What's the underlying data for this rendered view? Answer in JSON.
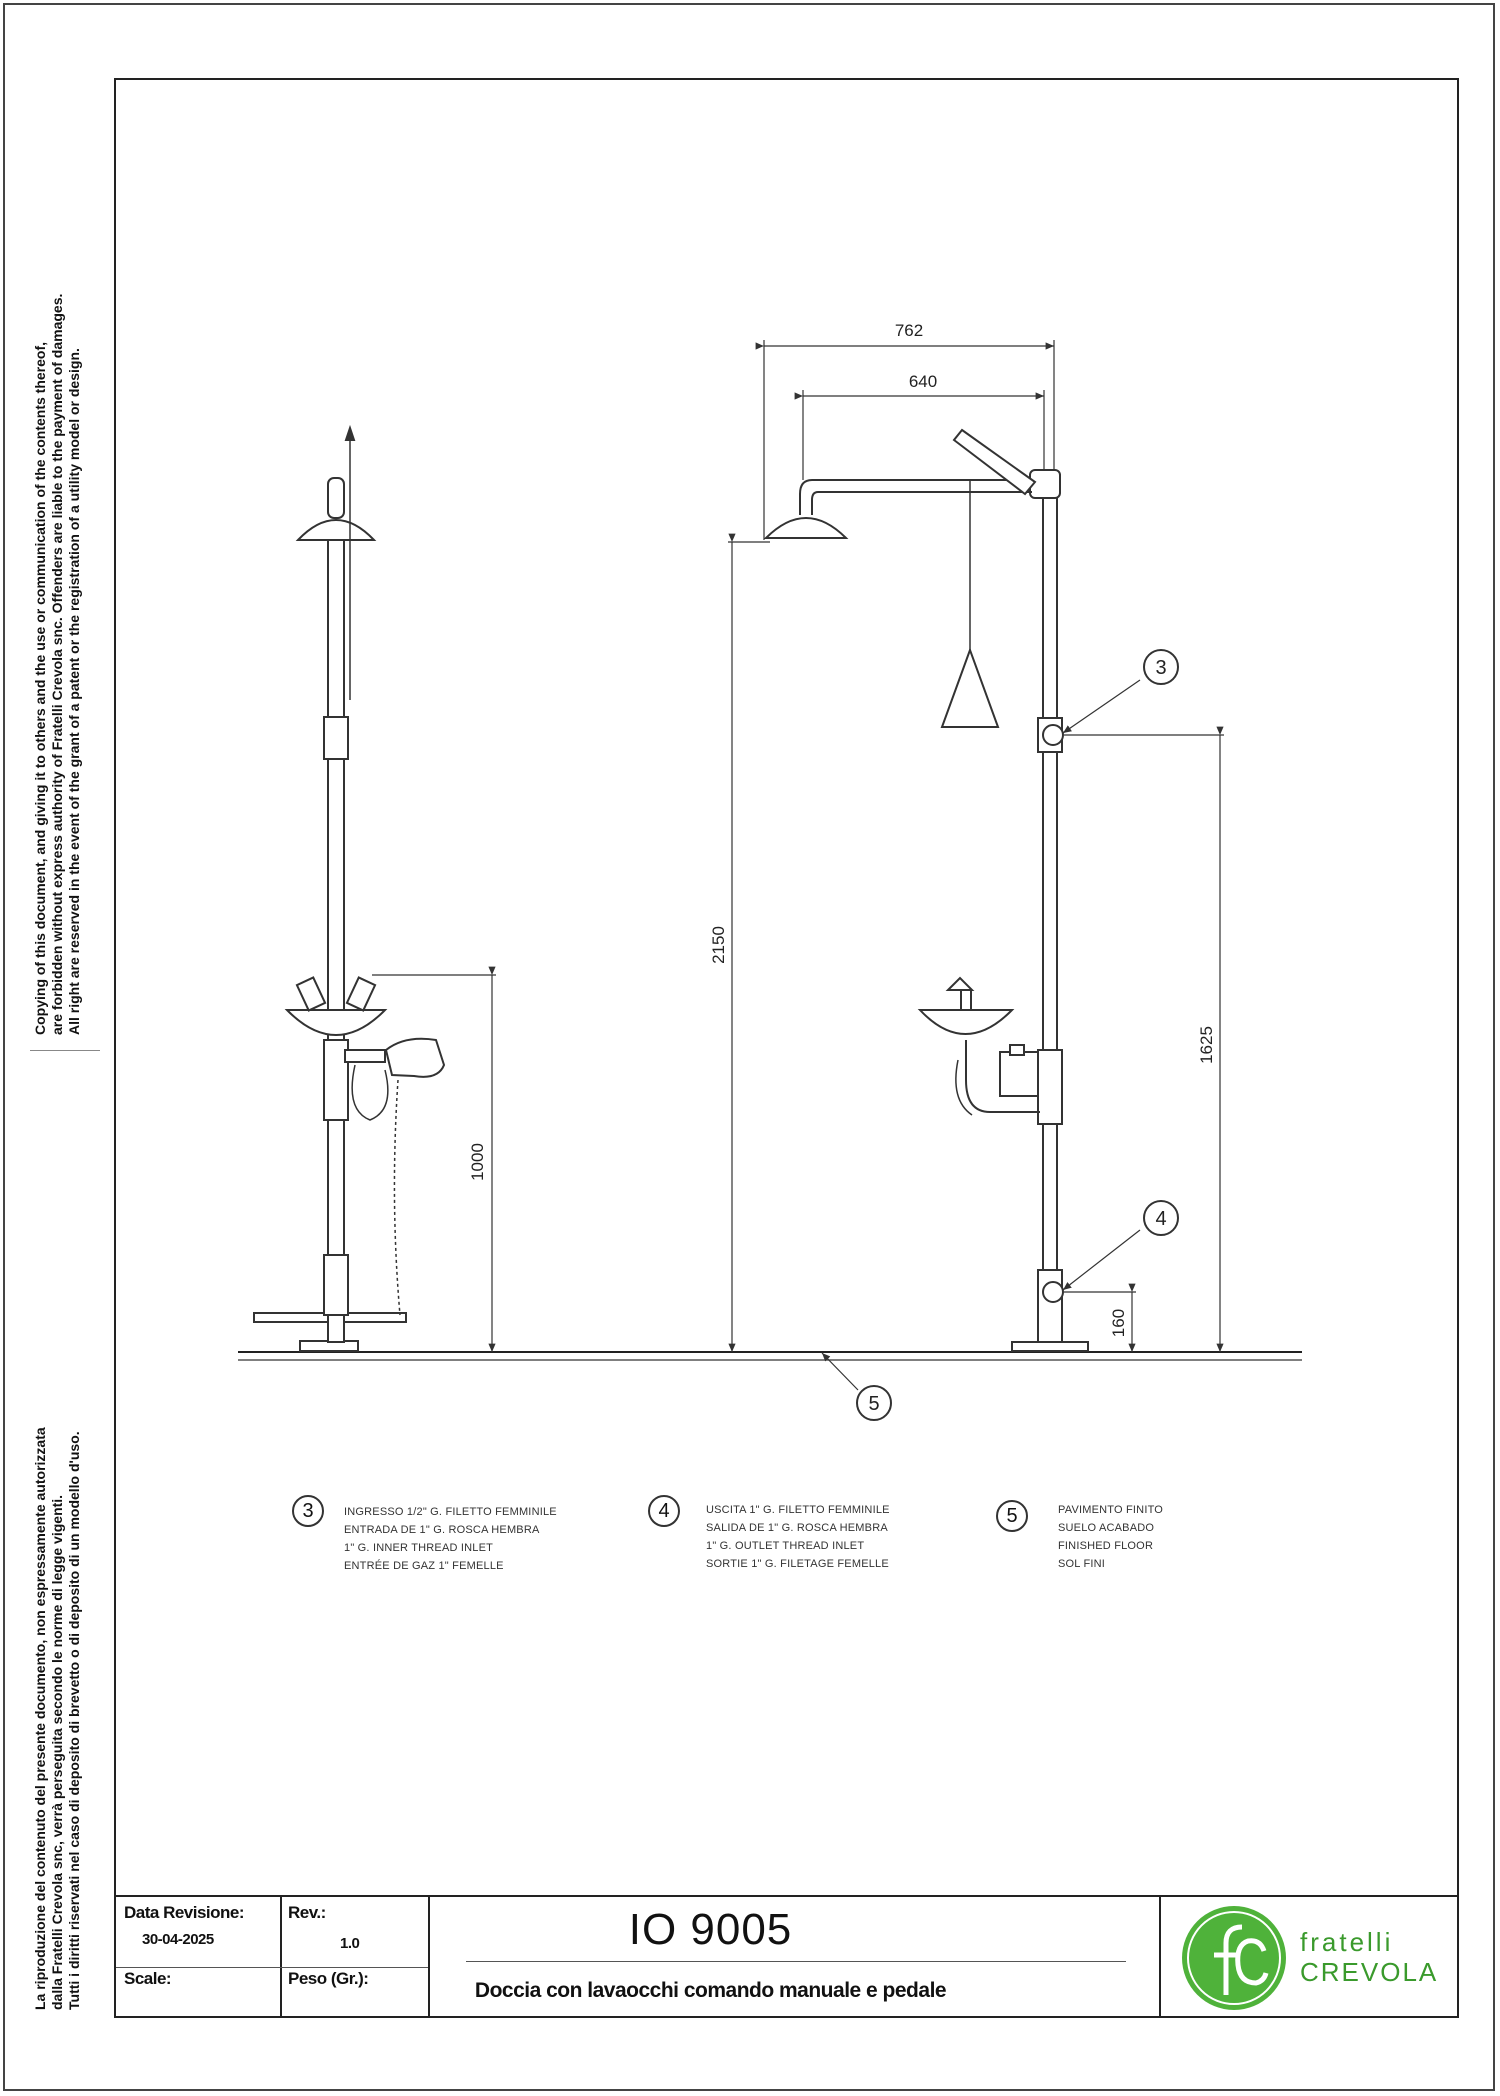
{
  "notes": {
    "copyright_en": [
      "Copying of this document, and giving it to others and the use or communication of the contents thereof,",
      "are forbidden without express authority of Fratelli Crevola snc. Offenders are liable to the payment of damages.",
      "All right are reserved in the event of the grant of a patent or the registration of a utility model or design."
    ],
    "copyright_it": [
      "La riproduzione del contenuto del presente documento, non espressamente autorizzata",
      "dalla Fratelli Crevola snc, verrà perseguita secondo le norme di legge vigenti.",
      "Tutti i diritti riservati nel caso di deposito di brevetto o di deposito di un modello d'uso."
    ]
  },
  "drawing": {
    "dimensions": {
      "width_outer": "762",
      "width_inner": "640",
      "height_shower": "2150",
      "height_eyewash": "1000",
      "height_inlet": "1625",
      "height_outlet": "160"
    },
    "callouts": [
      "3",
      "4",
      "5"
    ]
  },
  "legend": [
    {
      "number": "3",
      "lines": [
        "INGRESSO 1/2\" G. FILETTO FEMMINILE",
        "ENTRADA DE 1\" G. ROSCA HEMBRA",
        "1\" G. INNER THREAD INLET",
        "ENTRÉE DE GAZ 1\" FEMELLE"
      ]
    },
    {
      "number": "4",
      "lines": [
        "USCITA 1\" G. FILETTO FEMMINILE",
        "SALIDA DE 1\" G. ROSCA HEMBRA",
        "1\" G. OUTLET THREAD INLET",
        "SORTIE 1\" G. FILETAGE FEMELLE"
      ]
    },
    {
      "number": "5",
      "lines": [
        "PAVIMENTO FINITO",
        "SUELO ACABADO",
        "FINISHED FLOOR",
        "SOL FINI"
      ]
    }
  ],
  "title_block": {
    "revision_date_label": "Data Revisione:",
    "revision_date": "30-04-2025",
    "rev_label": "Rev.:",
    "rev_value": "1.0",
    "scale_label": "Scale:",
    "weight_label": "Peso (Gr.):",
    "code": "IO 9005",
    "description": "Doccia con lavaocchi comando manuale e pedale"
  },
  "logo": {
    "line1": "fratelli",
    "line2": "CREVOLA",
    "color": "#3a9a2c"
  }
}
